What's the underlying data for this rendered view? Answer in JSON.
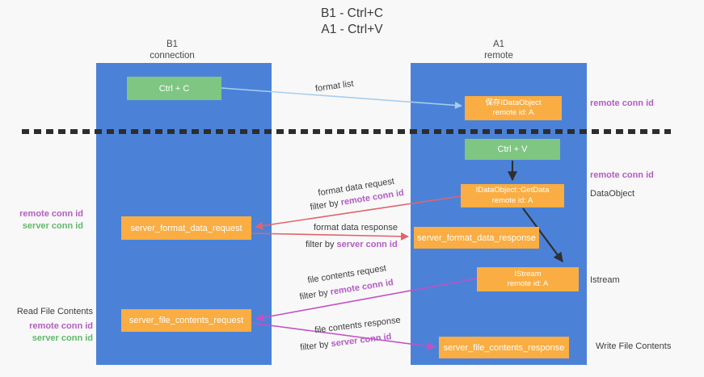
{
  "title": {
    "line1": "B1 - Ctrl+C",
    "line2": "A1 - Ctrl+V"
  },
  "lanes": {
    "left": {
      "title": "B1",
      "subtitle": "connection"
    },
    "right": {
      "title": "A1",
      "subtitle": "remote"
    }
  },
  "nodes": {
    "ctrl_c": {
      "label": "Ctrl + C"
    },
    "ctrl_v": {
      "label": "Ctrl + V"
    },
    "save_idataobject": {
      "line1": "保存IDataObject",
      "line2": "remote id: A"
    },
    "idataobject_getdata": {
      "line1": "IDataObject::GetData",
      "line2": "remote id: A"
    },
    "istream": {
      "line1": "IStream",
      "line2": "remote id: A"
    },
    "server_format_data_request": {
      "label": "server_format_data_request"
    },
    "server_format_data_response": {
      "label": "server_format_data_response"
    },
    "server_file_contents_request": {
      "label": "server_file_contents_request"
    },
    "server_file_contents_response": {
      "label": "server_file_contents_response"
    }
  },
  "side_labels": {
    "remote_conn_id": "remote conn id",
    "server_conn_id": "server conn id",
    "dataobject": "DataObject",
    "istream": "Istream",
    "read_file_contents": "Read File Contents",
    "write_file_contents": "Write File Contents"
  },
  "arrow_labels": {
    "format_list": "format list",
    "format_data_request": "format data request",
    "format_data_response": "format data response",
    "file_contents_request": "file contents request",
    "file_contents_response": "file contents response",
    "filter_by": "filter by ",
    "remote_conn_id": "remote conn id",
    "server_conn_id": "server conn id"
  },
  "colors": {
    "background": "#f8f8f8",
    "lane_blue": "#4b82d8",
    "box_orange": "#f9ad42",
    "box_green": "#7ec682",
    "arrow_lightblue": "#a9cdee",
    "arrow_salmon": "#e0646c",
    "arrow_magenta": "#c351c3",
    "arrow_black": "#2f2f2f",
    "text_purple": "#b35cc4",
    "text_green": "#5fba6a"
  }
}
